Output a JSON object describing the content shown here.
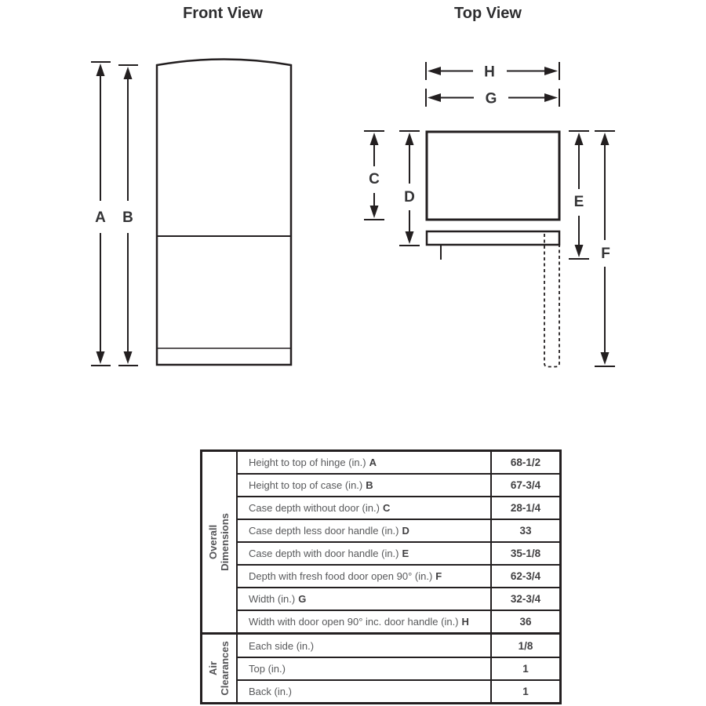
{
  "front_view": {
    "title": "Front View",
    "labels": {
      "a": "A",
      "b": "B"
    }
  },
  "top_view": {
    "title": "Top View",
    "labels": {
      "c": "C",
      "d": "D",
      "e": "E",
      "f": "F",
      "g": "G",
      "h": "H"
    }
  },
  "table": {
    "sections": [
      {
        "group_line1": "Overall",
        "group_line2": "Dimensions",
        "rows": [
          {
            "label": "Height to top of hinge (in.)",
            "letter": "A",
            "value": "68-1/2"
          },
          {
            "label": "Height to top of case (in.)",
            "letter": "B",
            "value": "67-3/4"
          },
          {
            "label": "Case depth without door (in.)",
            "letter": "C",
            "value": "28-1/4"
          },
          {
            "label": "Case depth less door handle (in.)",
            "letter": "D",
            "value": "33"
          },
          {
            "label": "Case depth with door handle (in.)",
            "letter": "E",
            "value": "35-1/8"
          },
          {
            "label": "Depth with fresh food door open 90° (in.)",
            "letter": "F",
            "value": "62-3/4"
          },
          {
            "label": "Width (in.)",
            "letter": "G",
            "value": "32-3/4"
          },
          {
            "label": "Width with door open 90° inc. door handle (in.)",
            "letter": "H",
            "value": "36"
          }
        ]
      },
      {
        "group_line1": "Air",
        "group_line2": "Clearances",
        "rows": [
          {
            "label": "Each side (in.)",
            "letter": "",
            "value": "1/8"
          },
          {
            "label": "Top (in.)",
            "letter": "",
            "value": "1"
          },
          {
            "label": "Back (in.)",
            "letter": "",
            "value": "1"
          }
        ]
      }
    ]
  },
  "colors": {
    "line": "#231f20",
    "label_text": "#58595b",
    "value_text": "#414042"
  }
}
